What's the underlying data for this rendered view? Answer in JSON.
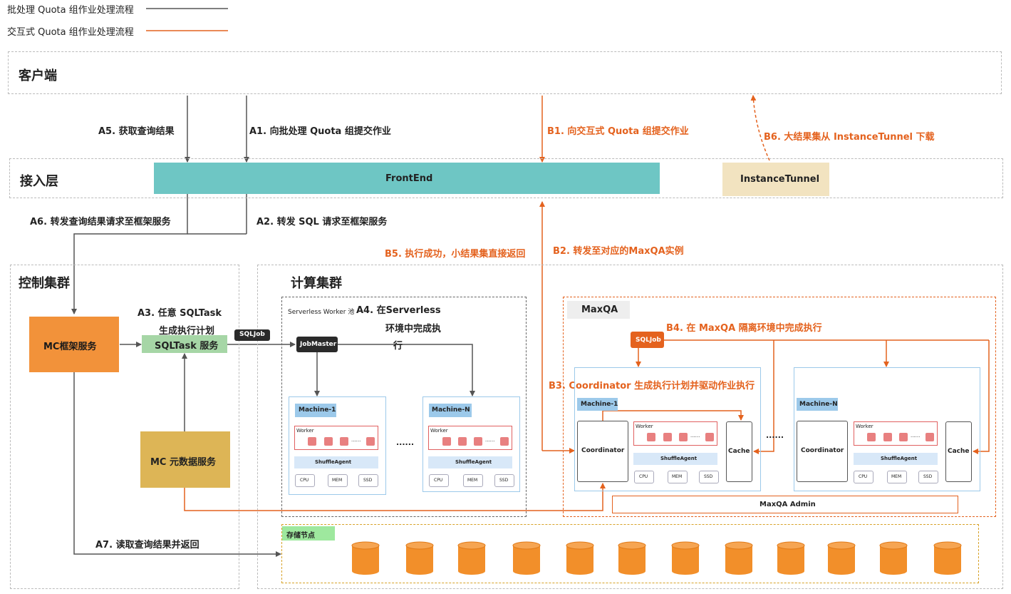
{
  "legend": {
    "batch": "批处理 Quota 组作业处理流程",
    "interactive": "交互式 Quota 组作业处理流程"
  },
  "colors": {
    "batch_line": "#555555",
    "interactive_line": "#e4621e",
    "frontend": "#6ec6c4",
    "instance_tunnel": "#f2e3c0",
    "mc_framework": "#f2923a",
    "sqltask": "#a6d6a6",
    "mc_meta": "#ddb556",
    "storage_label": "#9ee89e",
    "disk": "#f28f2a",
    "machine_tag": "#9cc9ea",
    "worker_cell": "#e88080",
    "shuffle": "#d8e8f8"
  },
  "layers": {
    "client": "客户端",
    "access": "接入层",
    "control": "控制集群",
    "compute": "计算集群"
  },
  "components": {
    "frontend": "FrontEnd",
    "instance_tunnel": "InstanceTunnel",
    "mc_framework": "MC框架服务",
    "sqltask": "SQLTask 服务",
    "mc_meta": "MC 元数据服务",
    "serverless_pool": "Serverless Worker 池",
    "jobmaster": "JobMaster",
    "sqljob": "SQLJob",
    "maxqa": "MaxQA",
    "maxqa_sqljob": "SQLJob",
    "maxqa_admin": "MaxQA Admin",
    "storage": "存储节点"
  },
  "machine": {
    "machine1": "Machine-1",
    "machineN": "Machine-N",
    "worker": "Worker",
    "shuffle": "ShuffleAgent",
    "cpu": "CPU",
    "mem": "MEM",
    "ssd": "SSD",
    "coordinator": "Coordinator",
    "cache": "Cache",
    "dots": "......",
    "cell_dots": "......"
  },
  "steps": {
    "a1": "A1.  向批处理 Quota 组提交作业",
    "a2": "A2.  转发 SQL 请求至框架服务",
    "a3_line1": "A3.  任意 SQLTask",
    "a3_line2": "生成执行计划",
    "a4_line1": "A4.  在Serverless",
    "a4_line2": "环境中完成执",
    "a4_line3": "行",
    "a5": "A5.  获取查询结果",
    "a6": "A6.  转发查询结果请求至框架服务",
    "a7": "A7. 读取查询结果并返回",
    "b1": "B1.  向交互式 Quota 组提交作业",
    "b2": "B2.  转发至对应的MaxQA实例",
    "b3": "B3.   Coordinator 生成执行计划并驱动作业执行",
    "b4": "B4.  在 MaxQA 隔离环境中完成执行",
    "b5": "B5.  执行成功，小结果集直接返回",
    "b6": "B6.  大结果集从 InstanceTunnel 下载"
  }
}
